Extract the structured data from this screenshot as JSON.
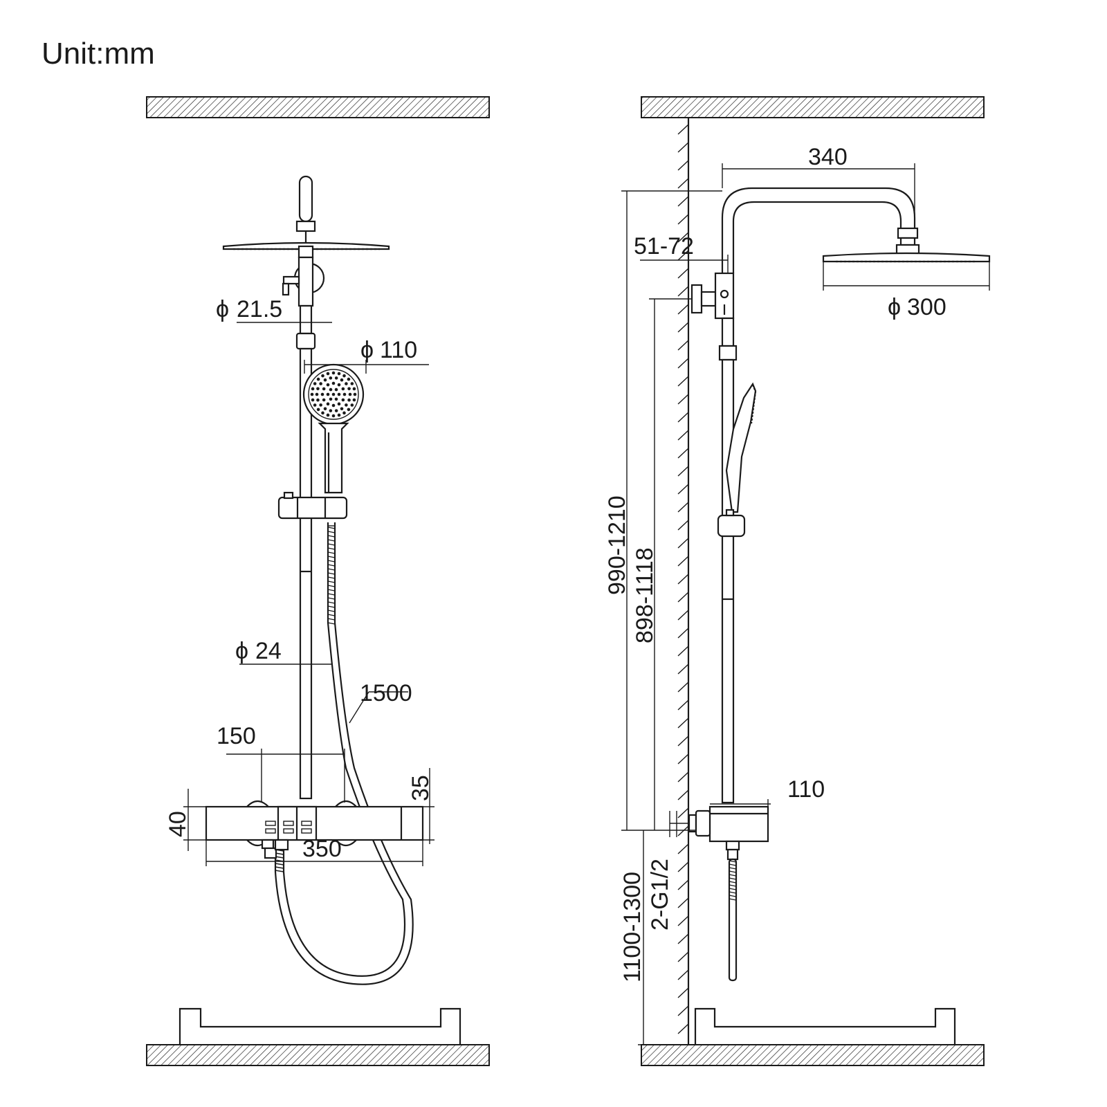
{
  "header": {
    "unit_label": "Unit:mm"
  },
  "front_view": {
    "dims": {
      "d_21_5": "21.5",
      "d_110": "110",
      "d_24": "24",
      "hose": "1500",
      "centers": "150",
      "width": "350",
      "height": "40",
      "offset": "35"
    }
  },
  "side_view": {
    "dims": {
      "arm": "340",
      "head": "300",
      "wall_gap": "51-72",
      "total_height": "990-1210",
      "rail_height": "898-1118",
      "mount_height": "1100-1300",
      "inlet": "2-G1/2",
      "depth": "110"
    }
  },
  "colors": {
    "line": "#1a1a1a",
    "background": "#ffffff"
  }
}
